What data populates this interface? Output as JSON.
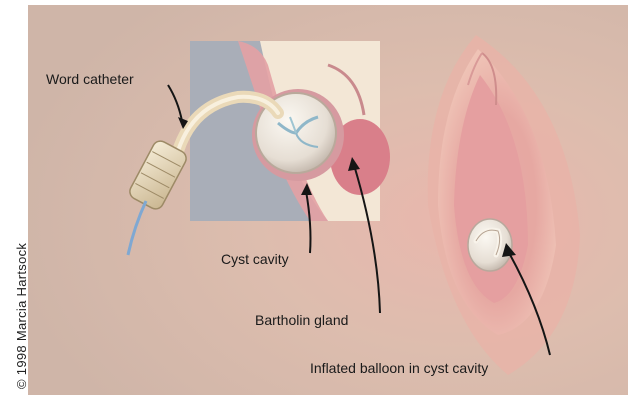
{
  "labels": {
    "catheter": "Word catheter",
    "cyst_cavity": "Cyst cavity",
    "bartholin_gland": "Bartholin gland",
    "balloon": "Inflated balloon in cyst cavity"
  },
  "credit": "© 1998  Marcia Hartsock",
  "colors": {
    "background": "#d8b8a8",
    "inset": "#a9aeb8",
    "tissue": "#e09a9e",
    "balloon": "#ece6de"
  }
}
